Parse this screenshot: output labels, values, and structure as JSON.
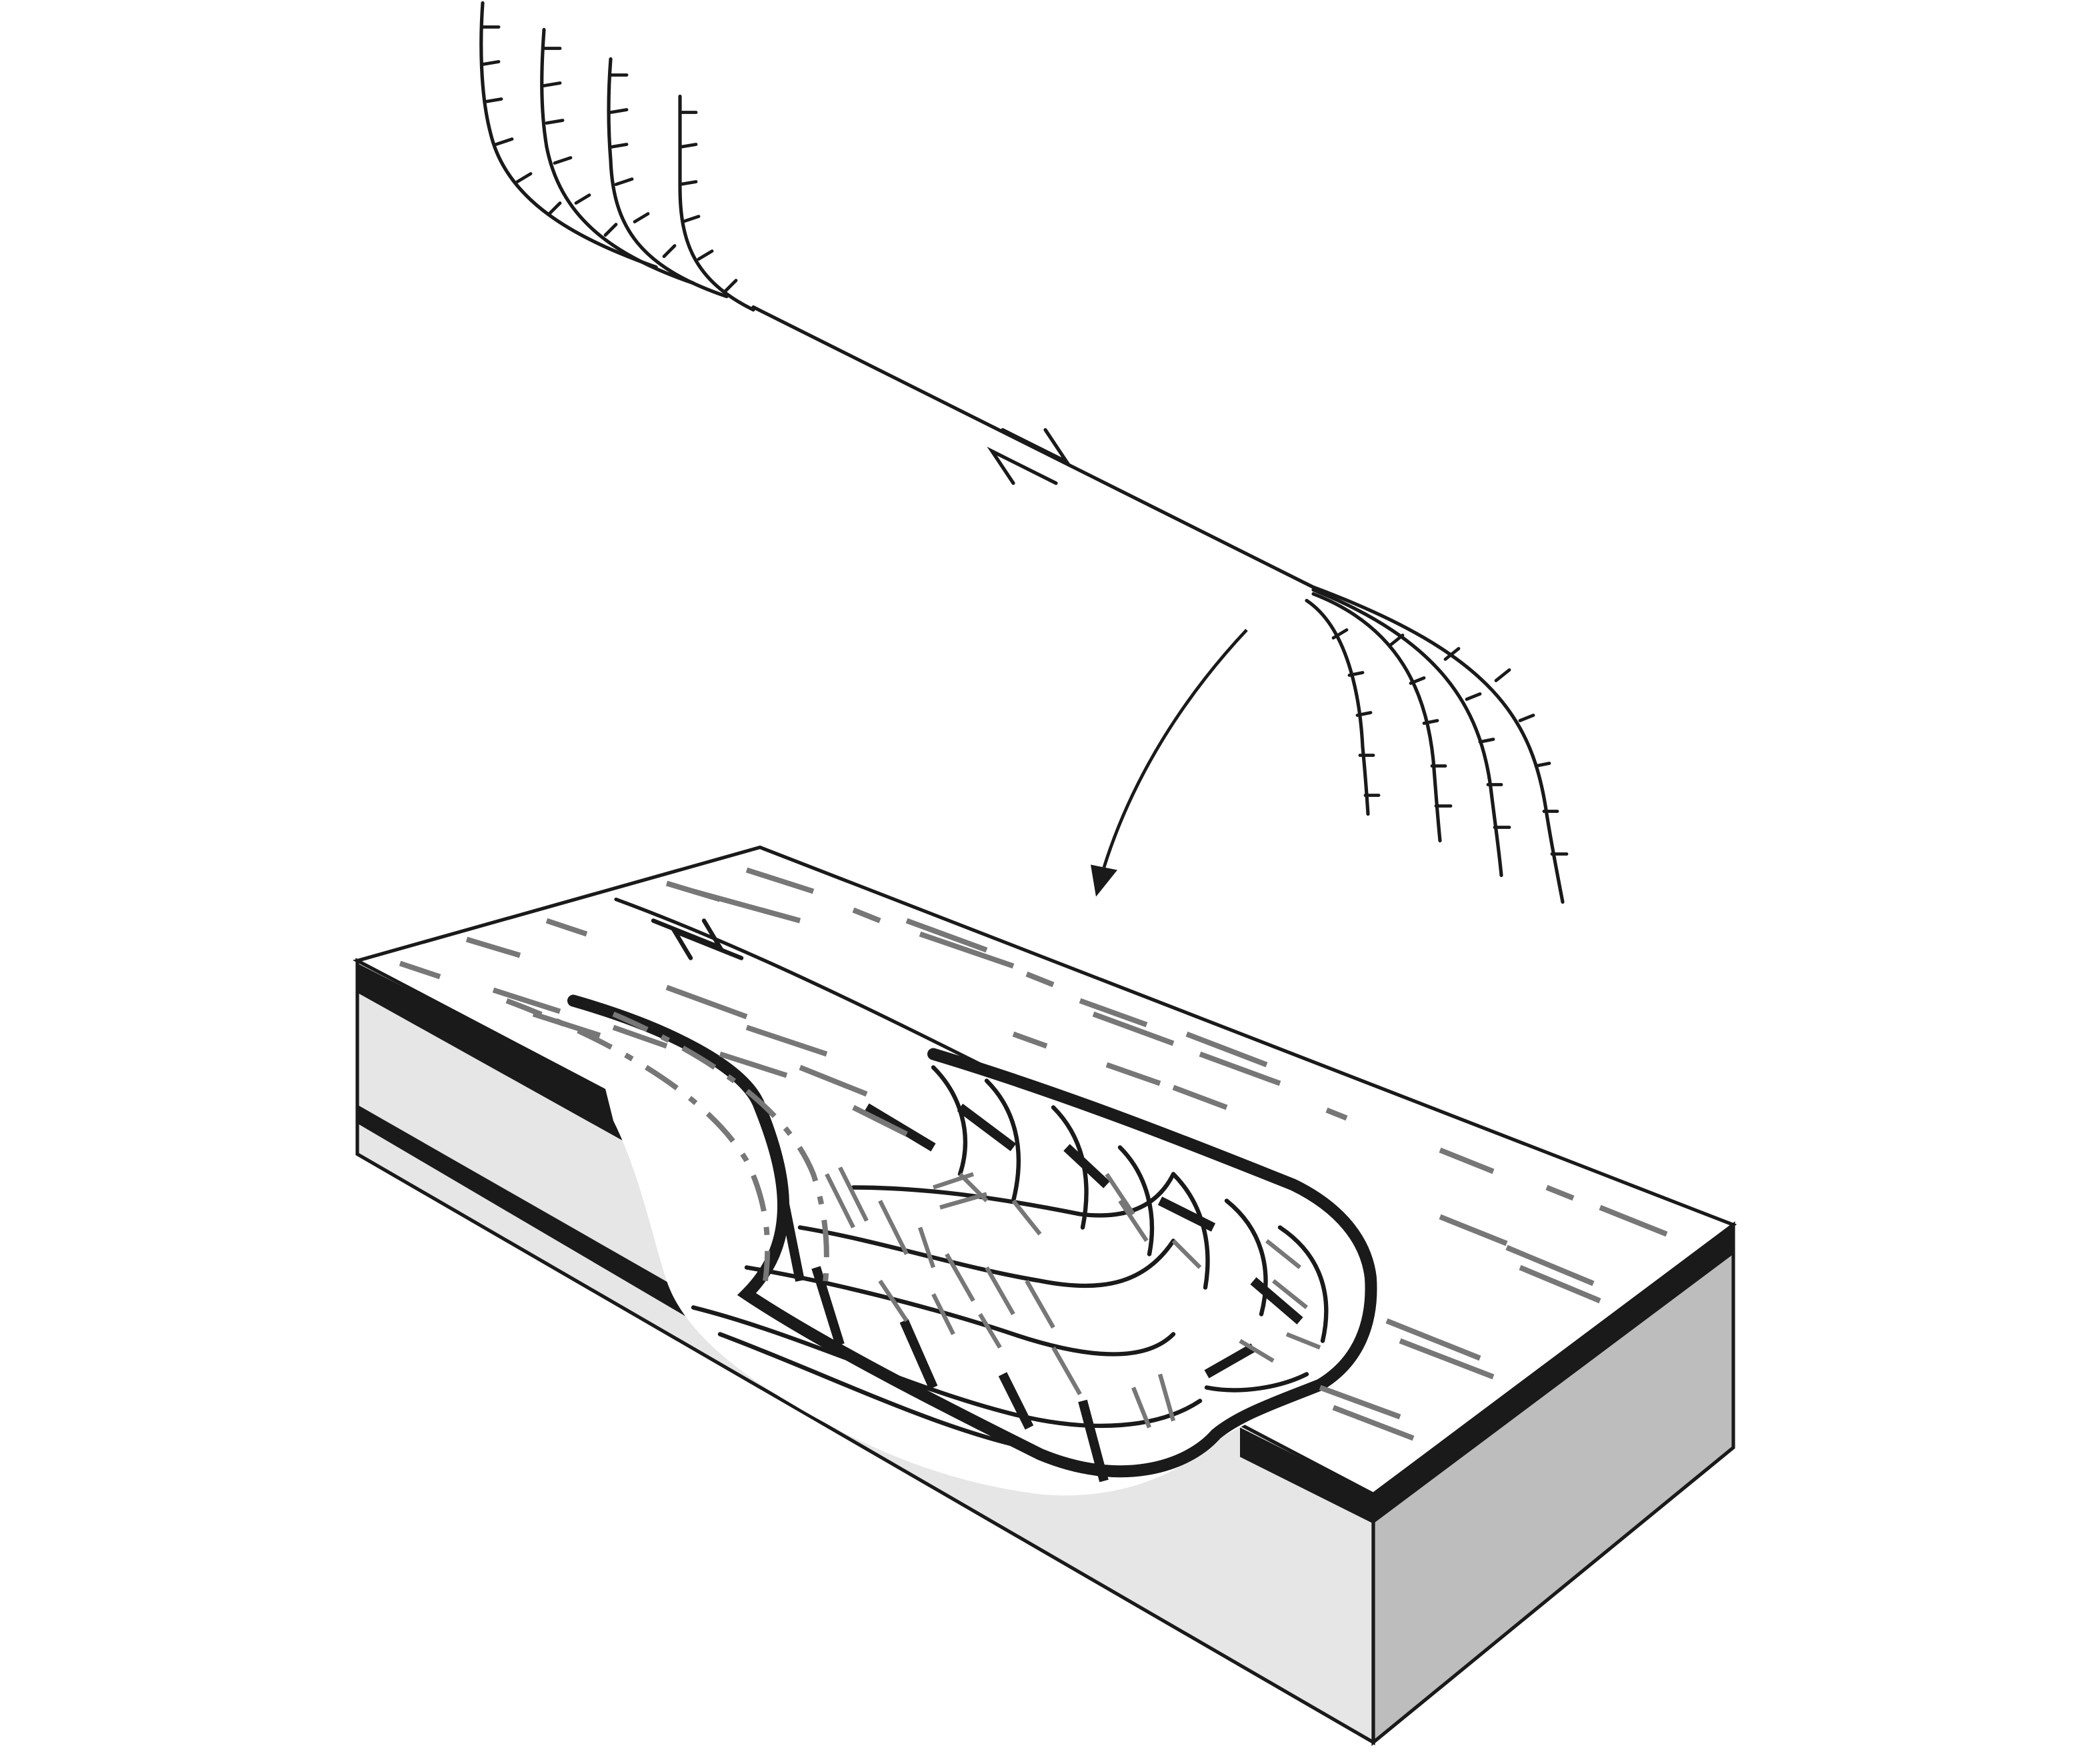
{
  "diagram": {
    "kind": "schematic block diagram",
    "labels": [],
    "colors": {
      "line": "#1a1a1a",
      "background": "#ffffff",
      "block_front": "#e6e6e6",
      "block_side": "#bdbdbd",
      "top_dash": "#777777"
    },
    "parts": [
      "fault-trace-map",
      "shear-sense-arrows",
      "transfer-arrow",
      "block-diagram"
    ]
  }
}
